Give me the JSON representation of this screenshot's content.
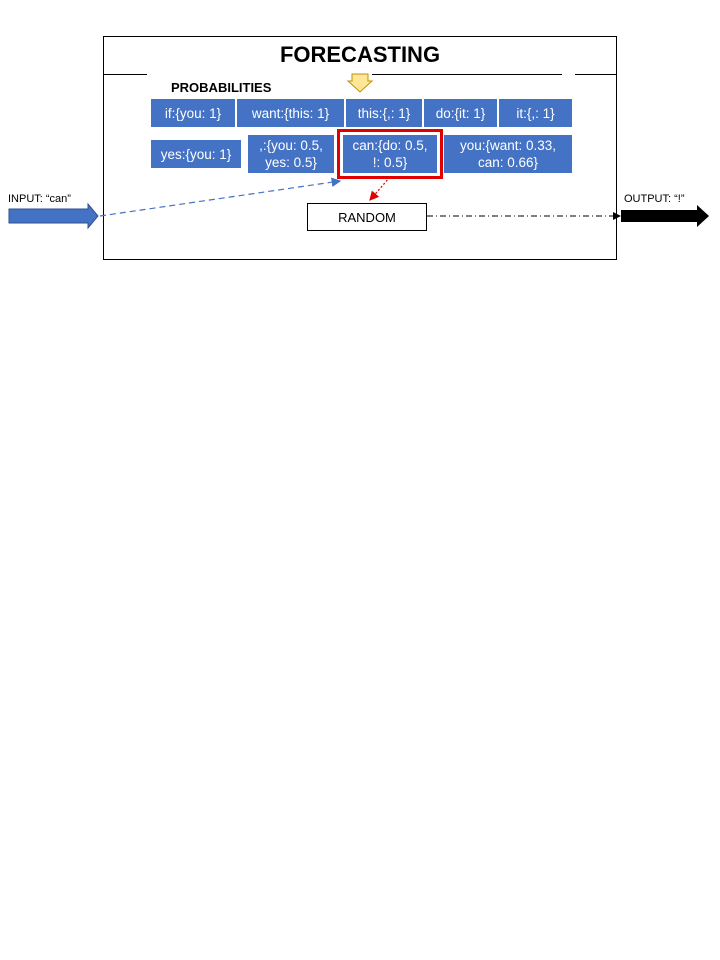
{
  "title": "FORECASTING",
  "section_label": "PROBABILITIES",
  "input_label": "INPUT: “can”",
  "output_label": "OUTPUT: “!”",
  "random_label": "RANDOM",
  "row1": [
    "if:{you: 1}",
    "want:{this: 1}",
    "this:{,: 1}",
    "do:{it: 1}",
    "it:{,: 1}"
  ],
  "row2": [
    "yes:{you: 1}",
    ",:{you: 0.5,\nyes: 0.5}",
    "can:{do: 0.5,\n!: 0.5}",
    "you:{want: 0.33,\ncan: 0.66}"
  ],
  "colors": {
    "box_fill": "#4472c4",
    "highlight": "#e00000",
    "input_arrow": "#4472c4",
    "output_arrow": "#000000",
    "down_arrow": "#ffe699"
  }
}
